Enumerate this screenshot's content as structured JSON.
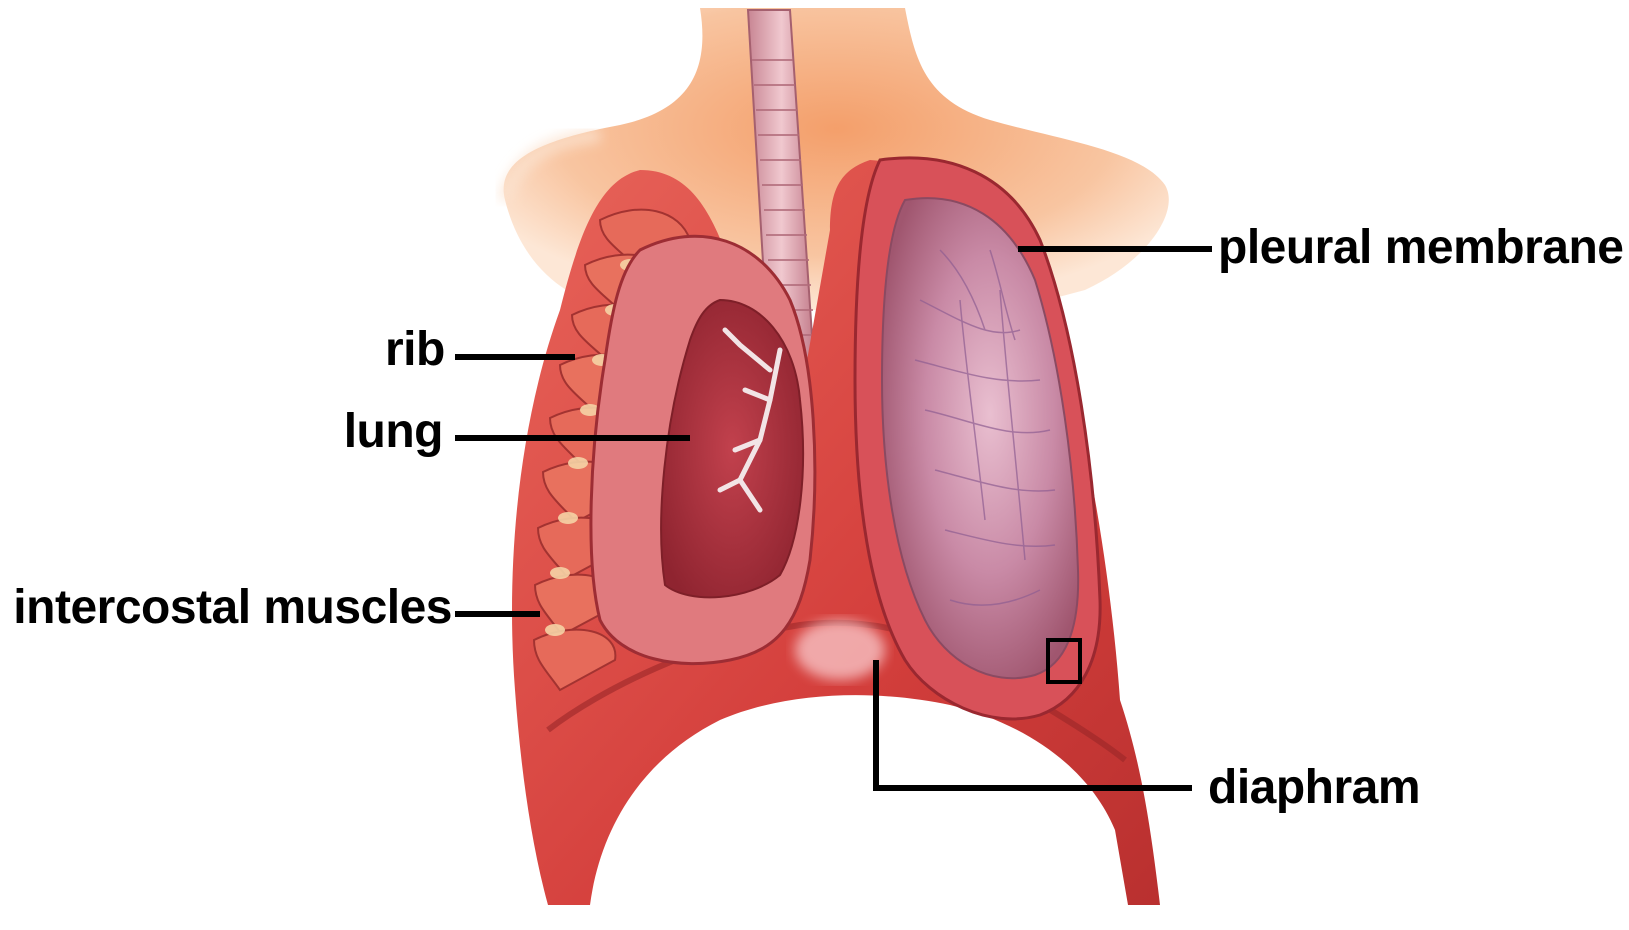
{
  "diagram": {
    "labels": {
      "pleural_membrane": "pleural membrane",
      "rib": "rib",
      "lung": "lung",
      "intercostal_muscles": "intercostal muscles",
      "diaphram": "diaphram"
    },
    "colors": {
      "skin": "#f6b48a",
      "skin_light": "#fde3cc",
      "muscle": "#d94b45",
      "muscle_dark": "#a52a2a",
      "lung_tissue": "#c98aa6",
      "lung_inner": "#b0384a",
      "trachea": "#d79aa6",
      "leader_line": "#000000"
    }
  }
}
